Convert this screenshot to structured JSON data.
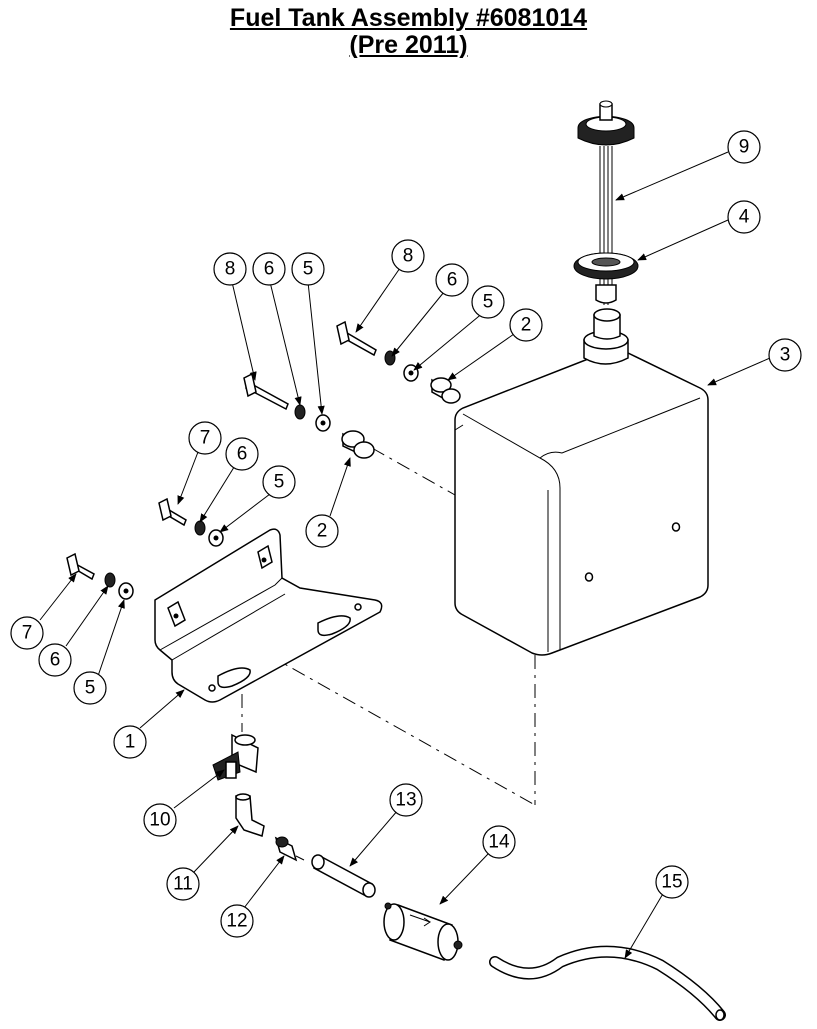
{
  "title": {
    "line1": "Fuel Tank Assembly #6081014",
    "line2": "(Pre 2011)"
  },
  "callouts": [
    "1",
    "2",
    "2",
    "3",
    "4",
    "5",
    "5",
    "5",
    "5",
    "6",
    "6",
    "6",
    "6",
    "7",
    "7",
    "8",
    "8",
    "9",
    "10",
    "11",
    "12",
    "13",
    "14",
    "15"
  ]
}
